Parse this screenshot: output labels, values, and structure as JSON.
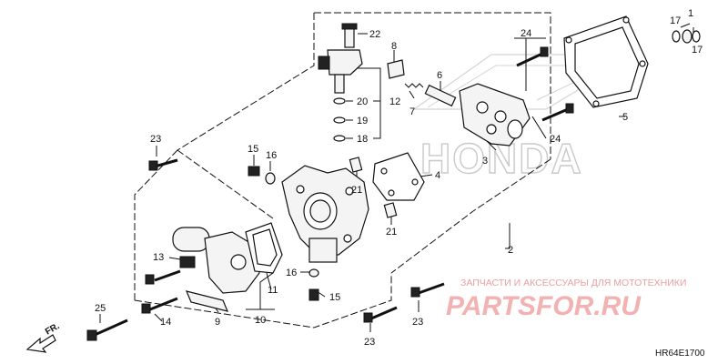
{
  "diagram": {
    "drawing_code": "HR64E1700",
    "direction_label": "FR.",
    "watermark_brand": "HONDA",
    "shop_tagline": "ЗАПЧАСТИ И АКСЕССУАРЫ ДЛЯ МОТОТЕХНИКИ",
    "shop_logo": "PARTSFOR.RU",
    "callouts": [
      {
        "id": "c22",
        "label": "22"
      },
      {
        "id": "c8",
        "label": "8"
      },
      {
        "id": "c24a",
        "label": "24"
      },
      {
        "id": "c17a",
        "label": "17"
      },
      {
        "id": "c1",
        "label": "1"
      },
      {
        "id": "c17b",
        "label": "17"
      },
      {
        "id": "c6",
        "label": "6"
      },
      {
        "id": "c20",
        "label": "20"
      },
      {
        "id": "c12",
        "label": "12"
      },
      {
        "id": "c7",
        "label": "7"
      },
      {
        "id": "c19",
        "label": "19"
      },
      {
        "id": "c18",
        "label": "18"
      },
      {
        "id": "c5",
        "label": "5"
      },
      {
        "id": "c3",
        "label": "3"
      },
      {
        "id": "c24b",
        "label": "24"
      },
      {
        "id": "c23a",
        "label": "23"
      },
      {
        "id": "c15a",
        "label": "15"
      },
      {
        "id": "c16a",
        "label": "16"
      },
      {
        "id": "c4",
        "label": "4"
      },
      {
        "id": "c21a",
        "label": "21"
      },
      {
        "id": "c21b",
        "label": "21"
      },
      {
        "id": "c2",
        "label": "2"
      },
      {
        "id": "c13",
        "label": "13"
      },
      {
        "id": "c16b",
        "label": "16"
      },
      {
        "id": "c15b",
        "label": "15"
      },
      {
        "id": "c11",
        "label": "11"
      },
      {
        "id": "c25",
        "label": "25"
      },
      {
        "id": "c14",
        "label": "14"
      },
      {
        "id": "c9",
        "label": "9"
      },
      {
        "id": "c10",
        "label": "10"
      },
      {
        "id": "c23b",
        "label": "23"
      },
      {
        "id": "c23c",
        "label": "23"
      }
    ]
  }
}
